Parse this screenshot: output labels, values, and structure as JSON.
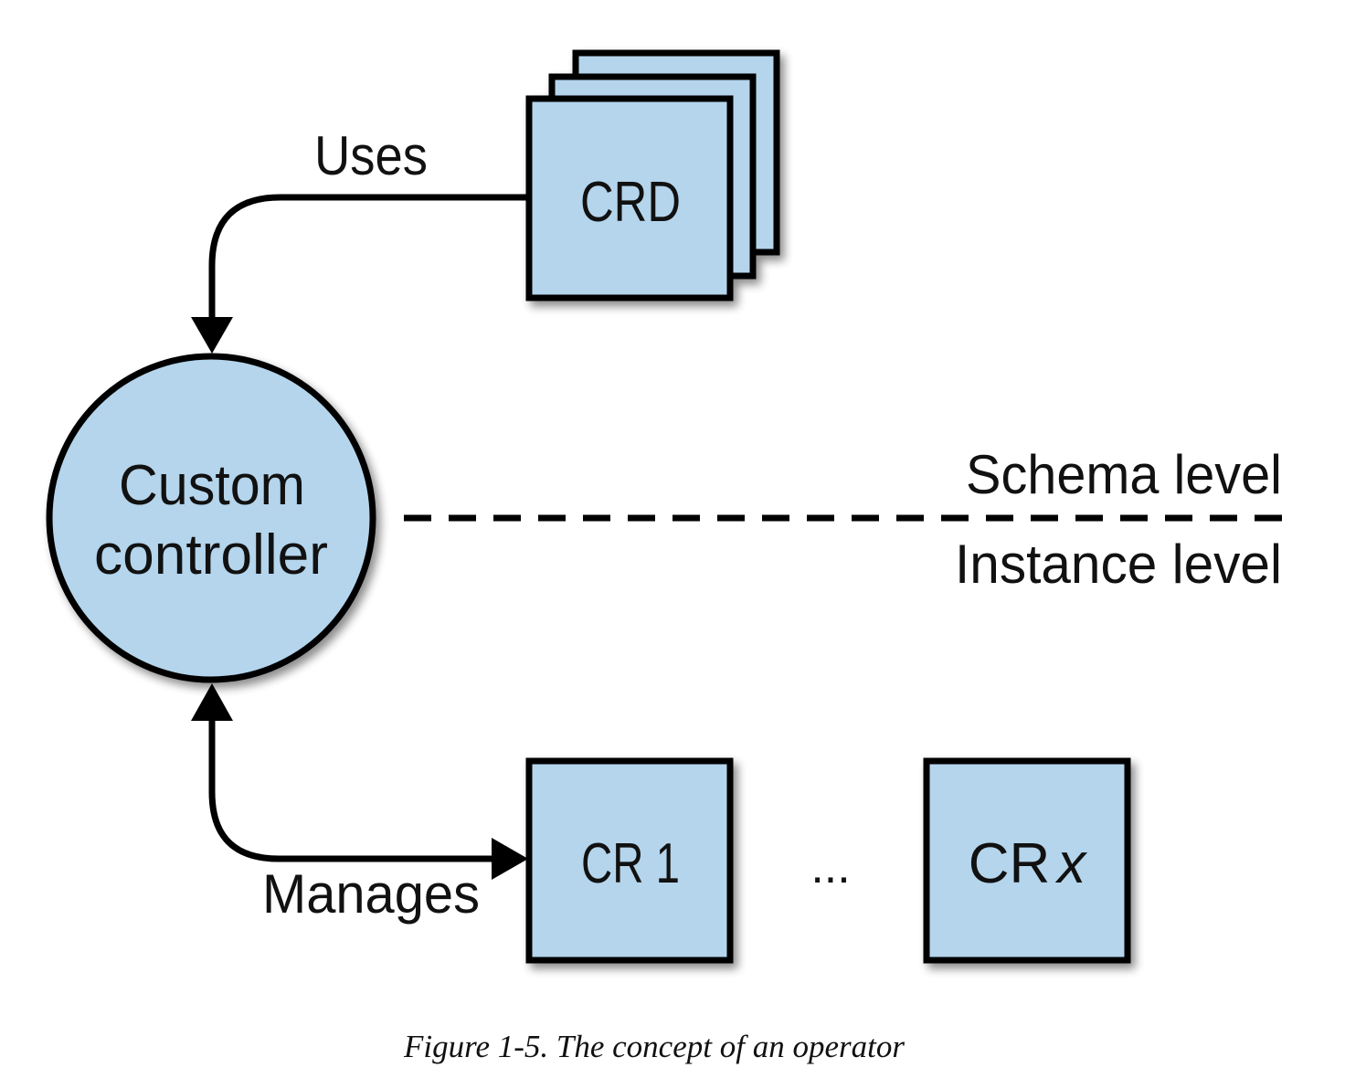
{
  "diagram": {
    "nodes": {
      "crd": {
        "label": "CRD",
        "shape": "stacked-square"
      },
      "controller": {
        "line1": "Custom",
        "line2": "controller",
        "shape": "circle"
      },
      "cr1": {
        "label": "CR 1",
        "shape": "square"
      },
      "crx": {
        "prefix": "CR",
        "suffix": "x",
        "shape": "square"
      },
      "ellipsis": "..."
    },
    "edges": {
      "uses": {
        "label": "Uses",
        "from": "crd",
        "to": "controller"
      },
      "manages": {
        "label": "Manages",
        "from": "controller",
        "to": "cr1",
        "bidirectional": true
      }
    },
    "levels": {
      "schema": "Schema level",
      "instance": "Instance level"
    }
  },
  "caption": "Figure 1-5. The concept of an operator",
  "colors": {
    "fill": "#b4d5ec",
    "stroke": "#000000",
    "text": "#111111"
  }
}
